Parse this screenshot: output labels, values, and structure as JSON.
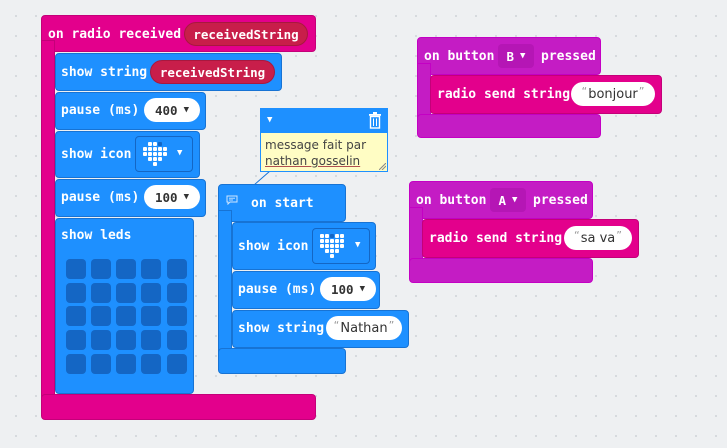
{
  "radio_block": {
    "hat": "on radio received",
    "param": "receivedString",
    "show_string": "show string",
    "show_string_arg": "receivedString",
    "pause1": "pause (ms)",
    "pause1_val": "400",
    "show_icon": "show icon",
    "pause2": "pause (ms)",
    "pause2_val": "100",
    "show_leds": "show leds"
  },
  "comment": {
    "text_line1": "message fait par",
    "text_line2": "nathan gosselin"
  },
  "start_block": {
    "hat": "on start",
    "show_icon": "show icon",
    "pause": "pause (ms)",
    "pause_val": "100",
    "show_string": "show string",
    "show_string_arg": "Nathan"
  },
  "button_b": {
    "hat_prefix": "on button",
    "button": "B",
    "hat_suffix": "pressed",
    "action": "radio send string",
    "value": "bonjour"
  },
  "button_a": {
    "hat_prefix": "on button",
    "button": "A",
    "hat_suffix": "pressed",
    "action": "radio send string",
    "value": "sa va"
  },
  "colors": {
    "radio": "#e3008c",
    "basic": "#1e90ff",
    "input": "#c81e4a",
    "workspace": "#eef0f2"
  }
}
